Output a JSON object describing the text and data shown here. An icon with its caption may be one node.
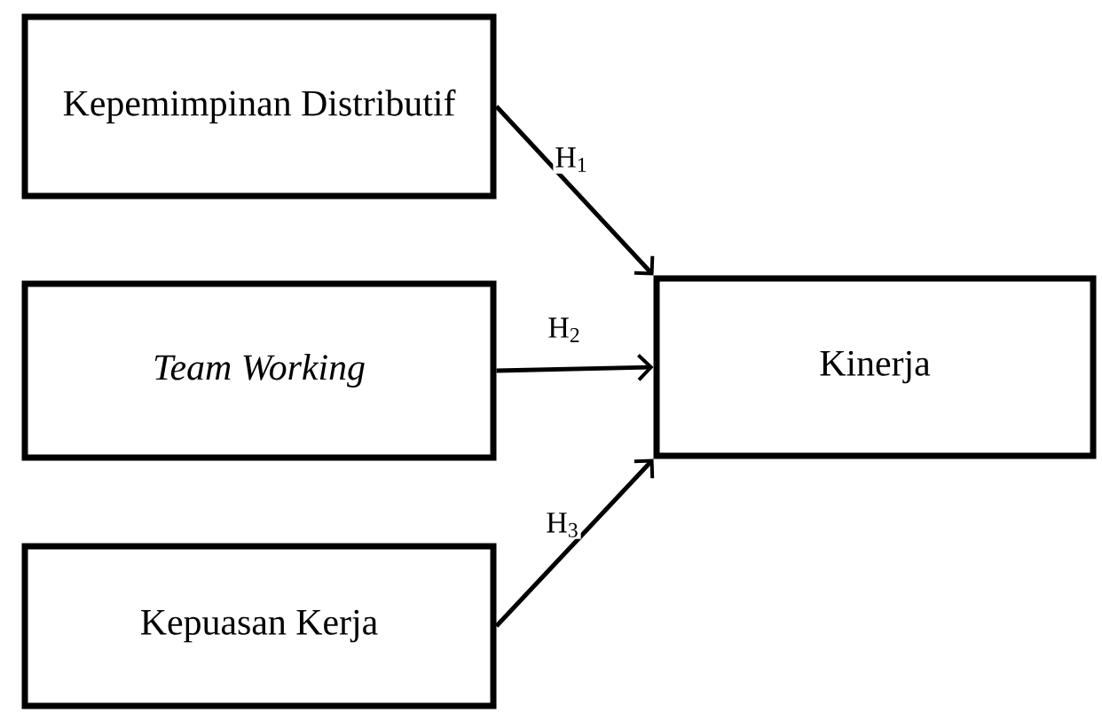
{
  "diagram": {
    "nodes": [
      {
        "text": [
          "Kepemimpinan Distributif"
        ]
      },
      {
        "text": [
          "Team Working"
        ]
      },
      {
        "text": [
          "Kepuasan Kerja"
        ]
      },
      {
        "text": [
          "Kinerja"
        ]
      }
    ],
    "edges": [
      {
        "from": 0,
        "to": 3,
        "arrow": "to",
        "label": "H$_{1}$"
      },
      {
        "from": 1,
        "to": 3,
        "arrow": "to",
        "label": "H$_{2}$"
      },
      {
        "from": 2,
        "to": 3,
        "arrow": "to",
        "label": "H$_{3}$"
      }
    ]
  }
}
